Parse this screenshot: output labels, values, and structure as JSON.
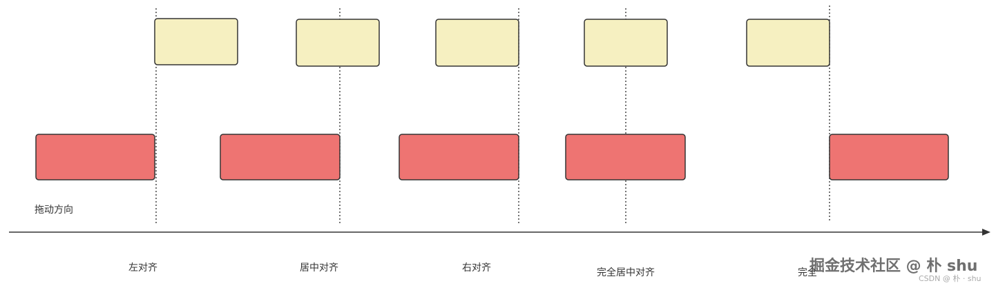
{
  "labels": {
    "direction": "拖动方向",
    "left_align": "左对齐",
    "center_align": "居中对齐",
    "right_align": "右对齐",
    "full_center_align": "完全居中对齐",
    "fifth_partial": "完全"
  },
  "watermark": {
    "main": "掘金技术社区 @ 朴 shu",
    "small": "CSDN @ 朴 · shu"
  },
  "colors": {
    "yellow_fill": "#f6f0c1",
    "red_fill": "#ee7472",
    "stroke": "#333333",
    "guide": "#444444",
    "axis": "#333333"
  }
}
